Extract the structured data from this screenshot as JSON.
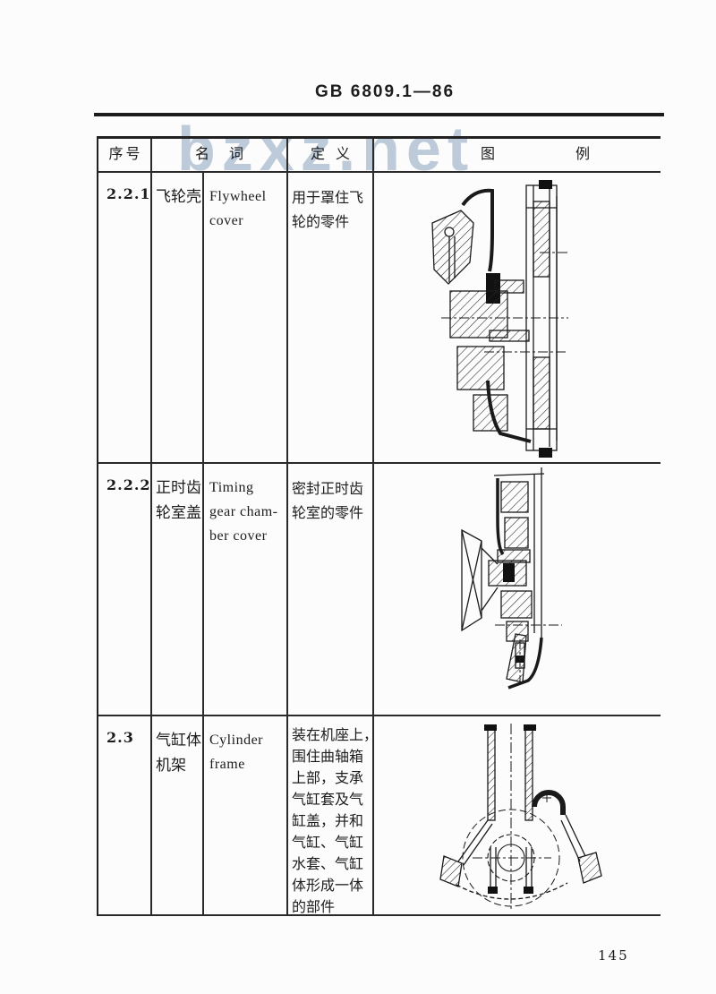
{
  "page": {
    "doc_number": "GB 6809.1—86",
    "page_number": "145",
    "watermark": "bzxz.net"
  },
  "table": {
    "headers": {
      "serial": "序号",
      "term": "名词",
      "definition": "定义",
      "illustration": "图例"
    },
    "rows": [
      {
        "serial": "2.2.1",
        "term_cn": "飞轮壳",
        "term_en": "Flywheel\ncover",
        "definition": "用于罩住飞\n轮的零件",
        "figure": "flywheel-cover-cross-section"
      },
      {
        "serial": "2.2.2",
        "term_cn": "正时齿\n轮室盖",
        "term_en": "Timing\ngear cham-\nber cover",
        "definition": "密封正时齿\n轮室的零件",
        "figure": "timing-gear-chamber-cover-cross-section"
      },
      {
        "serial": "2.3",
        "term_cn": "气缸体\n机架",
        "term_en": "Cylinder\nframe",
        "definition": "装在机座上，\n围住曲轴箱\n上部，支承\n气缸套及气\n缸盖，并和\n气缸、气缸\n水套、气缸\n体形成一体\n的部件",
        "figure": "cylinder-frame-cross-section"
      }
    ]
  }
}
